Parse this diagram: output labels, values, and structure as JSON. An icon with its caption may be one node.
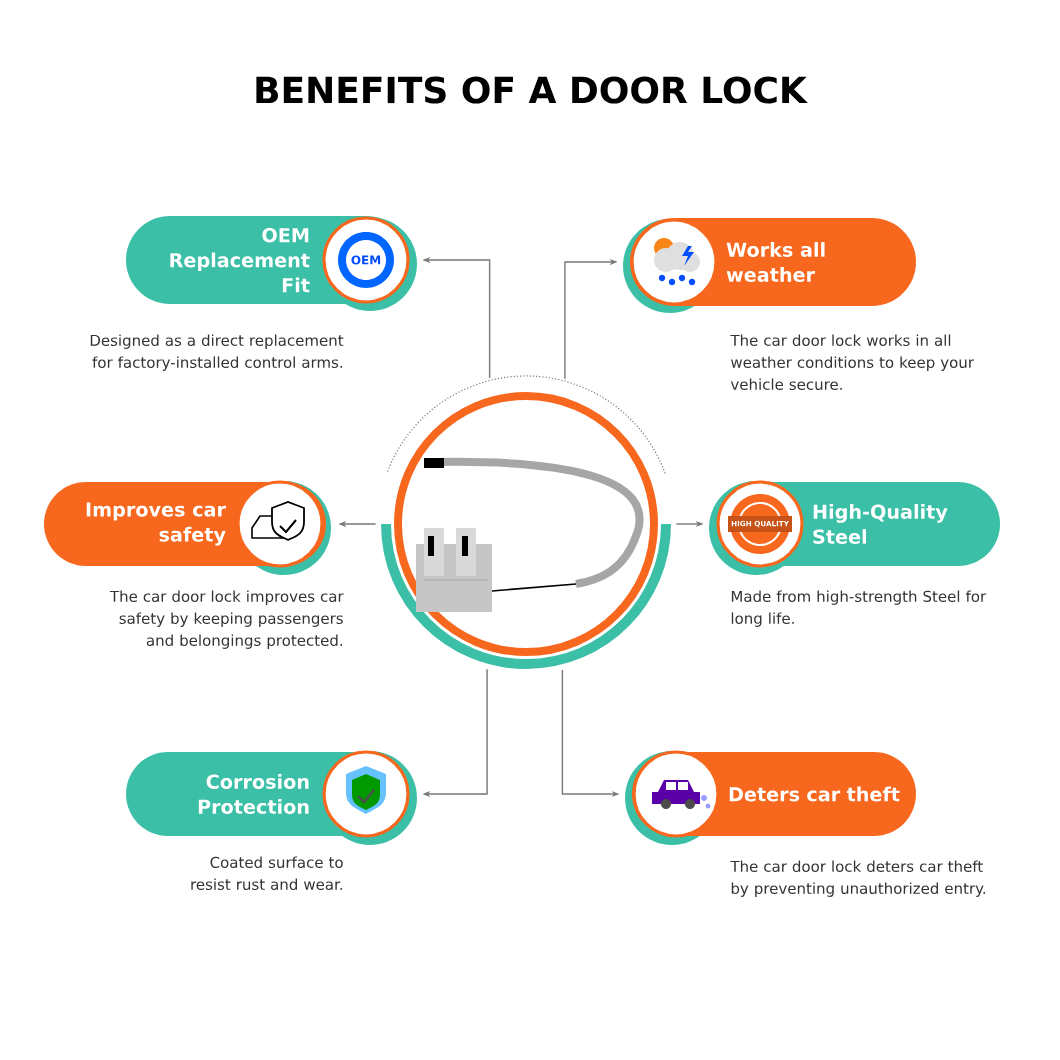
{
  "diagram": {
    "title": "BENEFITS OF A DOOR LOCK",
    "nodes": [
      {
        "text": [],
        "shape": "picture"
      },
      {
        "text": [
          "OEM Replacement Fit"
        ],
        "beside": [
          "Designed as a direct replacement for factory-installed control arms."
        ]
      },
      {
        "text": [
          "Works all weather"
        ],
        "beside": [
          "The car door lock works in all weather conditions to keep your vehicle secure."
        ]
      },
      {
        "text": [
          "Improves car safety"
        ],
        "beside": [
          "The car door lock improves car safety by keeping passengers and belongings protected."
        ]
      },
      {
        "text": [
          "High-Quality Steel"
        ],
        "beside": [
          "Made from high-strength Steel for long life."
        ]
      },
      {
        "text": [
          "Corrosion Protection"
        ],
        "beside": [
          "Coated surface to resist rust and wear."
        ]
      },
      {
        "text": [
          "Deters car theft"
        ],
        "beside": [
          "The car door lock deters car theft by preventing unauthorized entry."
        ]
      }
    ],
    "edges": [
      {
        "from": 0,
        "to": 1,
        "arrow": "to"
      },
      {
        "from": 0,
        "to": 2,
        "arrow": "to"
      },
      {
        "from": 0,
        "to": 3,
        "arrow": "to"
      },
      {
        "from": 0,
        "to": 4,
        "arrow": "to"
      },
      {
        "from": 0,
        "to": 5,
        "arrow": "to"
      },
      {
        "from": 0,
        "to": 6,
        "arrow": "to"
      }
    ],
    "labels": [
      "OEM",
      "HIGH QUALITY"
    ]
  }
}
